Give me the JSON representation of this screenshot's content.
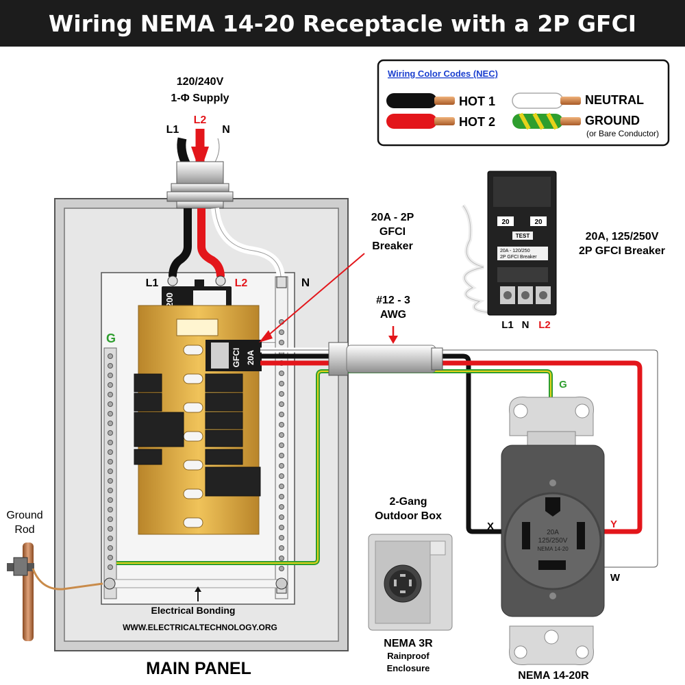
{
  "title": "Wiring NEMA 14-20 Receptacle with a 2P GFCI",
  "supply": {
    "voltage": "120/240V",
    "phase": "1-Φ Supply",
    "l1": "L1",
    "l2": "L2",
    "n": "N"
  },
  "legend": {
    "title": "Wiring Color Codes (NEC)",
    "hot1": "HOT 1",
    "hot2": "HOT 2",
    "neutral": "NEUTRAL",
    "ground": "GROUND",
    "ground_note": "(or Bare Conductor)"
  },
  "panel": {
    "l1": "L1",
    "l2": "L2",
    "n": "N",
    "g": "G",
    "main_rating": "200",
    "breaker_label": "GFCI",
    "breaker_rating": "20A",
    "bonding": "Electrical Bonding",
    "website": "WWW.ELECTRICALTECHNOLOGY.ORG",
    "name": "MAIN PANEL"
  },
  "callouts": {
    "breaker": [
      "20A - 2P",
      "GFCI",
      "Breaker"
    ],
    "cable": [
      "#12 - 3",
      "AWG"
    ],
    "ground_rod": [
      "Ground",
      "Rod"
    ]
  },
  "gfci_product": {
    "rating_left": "20",
    "rating_right": "20",
    "test": "TEST",
    "plate_line1": "20A - 120/250",
    "plate_line2": "2P GFCI Breaker",
    "term_l1": "L1",
    "term_n": "N",
    "term_l2": "L2",
    "caption_line1": "20A, 125/250V",
    "caption_line2": "2P GFCI Breaker"
  },
  "box": {
    "line1": "2-Gang",
    "line2": "Outdoor Box",
    "caption1": "NEMA 3R",
    "caption2": "Rainproof",
    "caption3": "Enclosure"
  },
  "receptacle": {
    "x": "X",
    "y": "Y",
    "w": "W",
    "g": "G",
    "face1": "20A",
    "face2": "125/250V",
    "face3": "NEMA 14-20",
    "caption": "NEMA 14-20R"
  },
  "colors": {
    "hot1": "#111111",
    "hot2": "#e3161b",
    "neutral": "#ffffff",
    "ground_green": "#2e9e2e",
    "ground_yellow": "#e6d21a",
    "bus": "#d9a530"
  }
}
